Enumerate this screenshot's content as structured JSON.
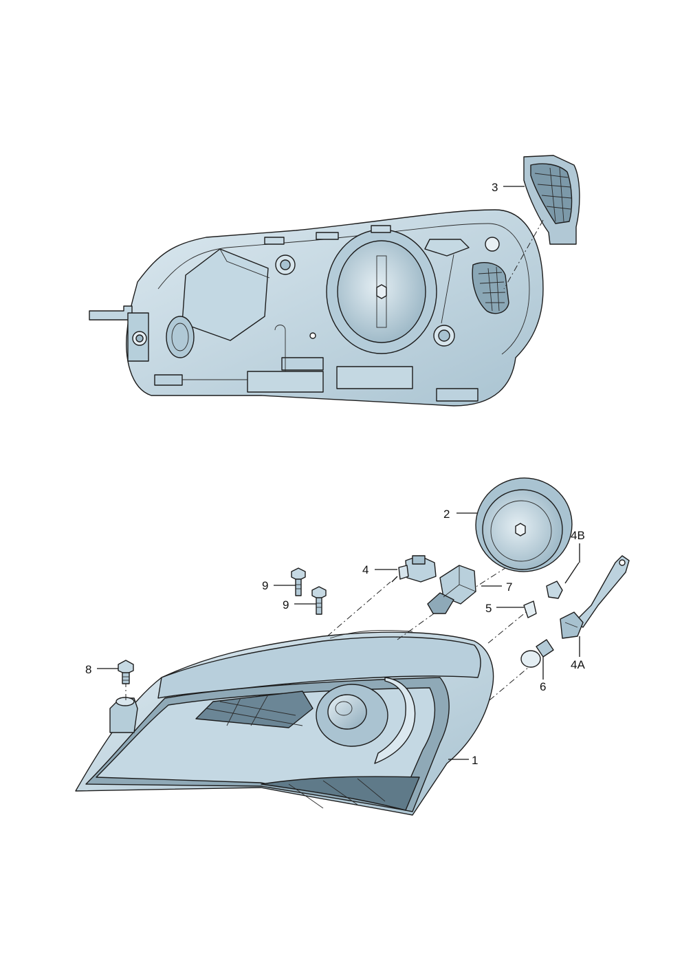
{
  "callouts": {
    "c1": "1",
    "c2": "2",
    "c3": "3",
    "c4": "4",
    "c4a": "4A",
    "c4b": "4B",
    "c5": "5",
    "c6": "6",
    "c7": "7",
    "c8": "8",
    "c9a": "9",
    "c9b": "9"
  },
  "colors": {
    "part_fill": "#c9dce6",
    "part_shade": "#9fbccb",
    "part_dark": "#6f8a99",
    "outline": "#1c1c1c"
  }
}
